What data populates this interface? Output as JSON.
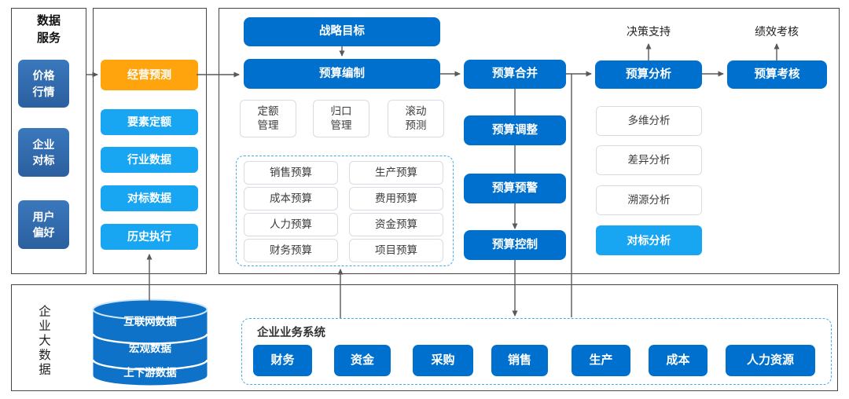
{
  "colors": {
    "primary_blue": "#0070CE",
    "light_blue": "#18A6F2",
    "orange": "#FFA40C",
    "steel_blue": "#3273B9",
    "dashed_border": "#45AEE8",
    "arrow": "#595959"
  },
  "data_services": {
    "title": "数据\n服务",
    "items": [
      "价格\n行情",
      "企业\n对标",
      "用户\n偏好"
    ]
  },
  "forecast": {
    "highlight": "经营预测",
    "items": [
      "要素定额",
      "行业数据",
      "对标数据",
      "历史执行"
    ]
  },
  "process": {
    "strategy": "战略目标",
    "compile": "预算编制",
    "mgmt": [
      "定额\n管理",
      "归口\n管理",
      "滚动\n预测"
    ],
    "budgets": [
      "销售预算",
      "生产预算",
      "成本预算",
      "费用预算",
      "人力预算",
      "资金预算",
      "财务预算",
      "项目预算"
    ],
    "merge": "预算合并",
    "adjust": "预算调整",
    "warning": "预算预警",
    "control": "预算控制",
    "analysis": "预算分析",
    "assessment": "预算考核",
    "analysis_items": [
      "多维分析",
      "差异分析",
      "溯源分析",
      "对标分析"
    ],
    "decision_support": "决策支持",
    "performance_review": "绩效考核"
  },
  "bigdata": {
    "title": "企业大数据",
    "database": [
      "互联网数据",
      "宏观数据",
      "上下游数据"
    ],
    "business": {
      "title": "企业业务系统",
      "systems": [
        "财务",
        "资金",
        "采购",
        "销售",
        "生产",
        "成本",
        "人力资源"
      ]
    }
  }
}
